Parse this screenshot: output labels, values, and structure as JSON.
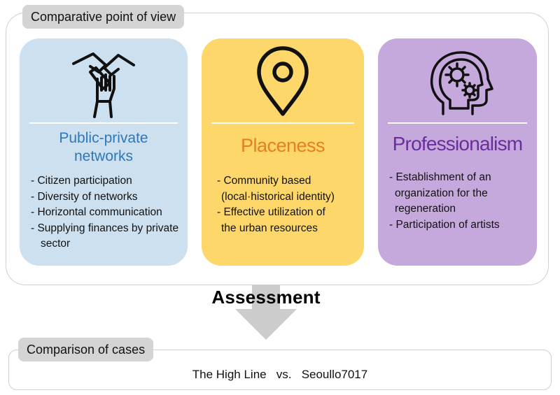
{
  "header": {
    "title": "Comparative point of view"
  },
  "cards": [
    {
      "title": "Public-private networks",
      "icon": "hands-together-icon",
      "color": "#cce0f0",
      "accent": "#2e78b9",
      "items": [
        "-  Citizen participation",
        "-  Diversity of networks",
        "-  Horizontal communication",
        "-  Supplying finances by private sector"
      ]
    },
    {
      "title": "Placeness",
      "icon": "map-pin-icon",
      "color": "#fdd76a",
      "accent": "#e67e22",
      "items": [
        "- Community based",
        "  (local·historical identity)",
        "- Effective utilization of",
        "  the urban resources"
      ]
    },
    {
      "title": "Professionalism",
      "icon": "head-gears-icon",
      "color": "#c6a9dc",
      "accent": "#6a2e9c",
      "items": [
        "- Establishment of an",
        "  organization for the",
        "  regeneration",
        "- Participation of artists"
      ]
    }
  ],
  "assessment": {
    "label": "Assessment"
  },
  "comparison": {
    "title": "Comparison of cases",
    "case_a": "The High Line",
    "separator": "vs.",
    "case_b": "Seoullo7017"
  }
}
